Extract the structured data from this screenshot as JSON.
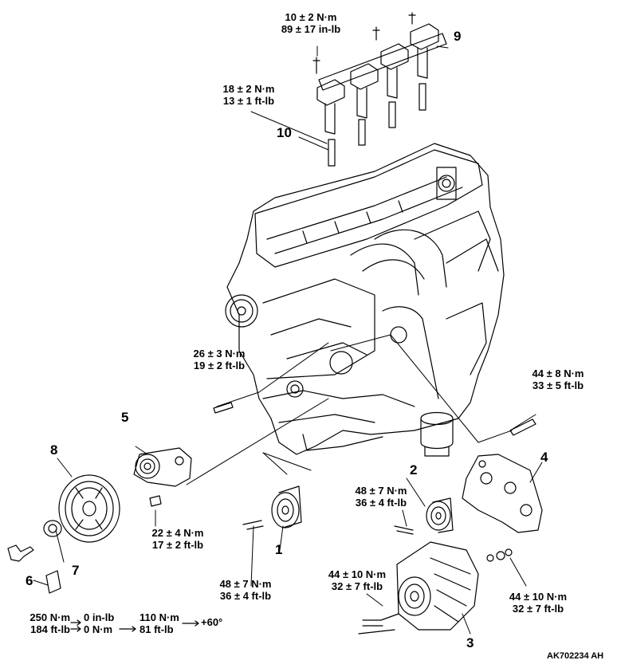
{
  "callouts": [
    "1",
    "2",
    "3",
    "4",
    "5",
    "6",
    "7",
    "8",
    "9",
    "10"
  ],
  "torque": {
    "coil_bolt": [
      "10 ± 2 N·m",
      "89 ± 17 in-lb"
    ],
    "spark_plug": [
      "18 ± 2 N·m",
      "13 ± 1 ft-lb"
    ],
    "bracket_bolt": [
      "26 ± 3 N·m",
      "19 ± 2 ft-lb"
    ],
    "alt_bracket_bolt": [
      "44 ± 8 N·m",
      "33 ± 5 ft-lb"
    ],
    "idler2_bolt": [
      "48 ± 7 N·m",
      "36 ± 4 ft-lb"
    ],
    "tensioner_bolt": [
      "22 ± 4 N·m",
      "17 ± 2 ft-lb"
    ],
    "idler1_bolt": [
      "48 ± 7 N·m",
      "36 ± 4 ft-lb"
    ],
    "alt_bolt": [
      "44 ± 10 N·m",
      "32 ± 7 ft-lb"
    ],
    "alt_nut": [
      "44 ± 10 N·m",
      "32 ± 7 ft-lb"
    ]
  },
  "crank_sequence": {
    "step1": [
      "250 N·m",
      "184 ft-lb"
    ],
    "step2": [
      "0 in-lb",
      "0 N·m"
    ],
    "step3": [
      "110 N·m",
      "81 ft-lb"
    ],
    "step4": "+60°",
    "arrow": "→"
  },
  "figure_code": "AK702234 AH"
}
